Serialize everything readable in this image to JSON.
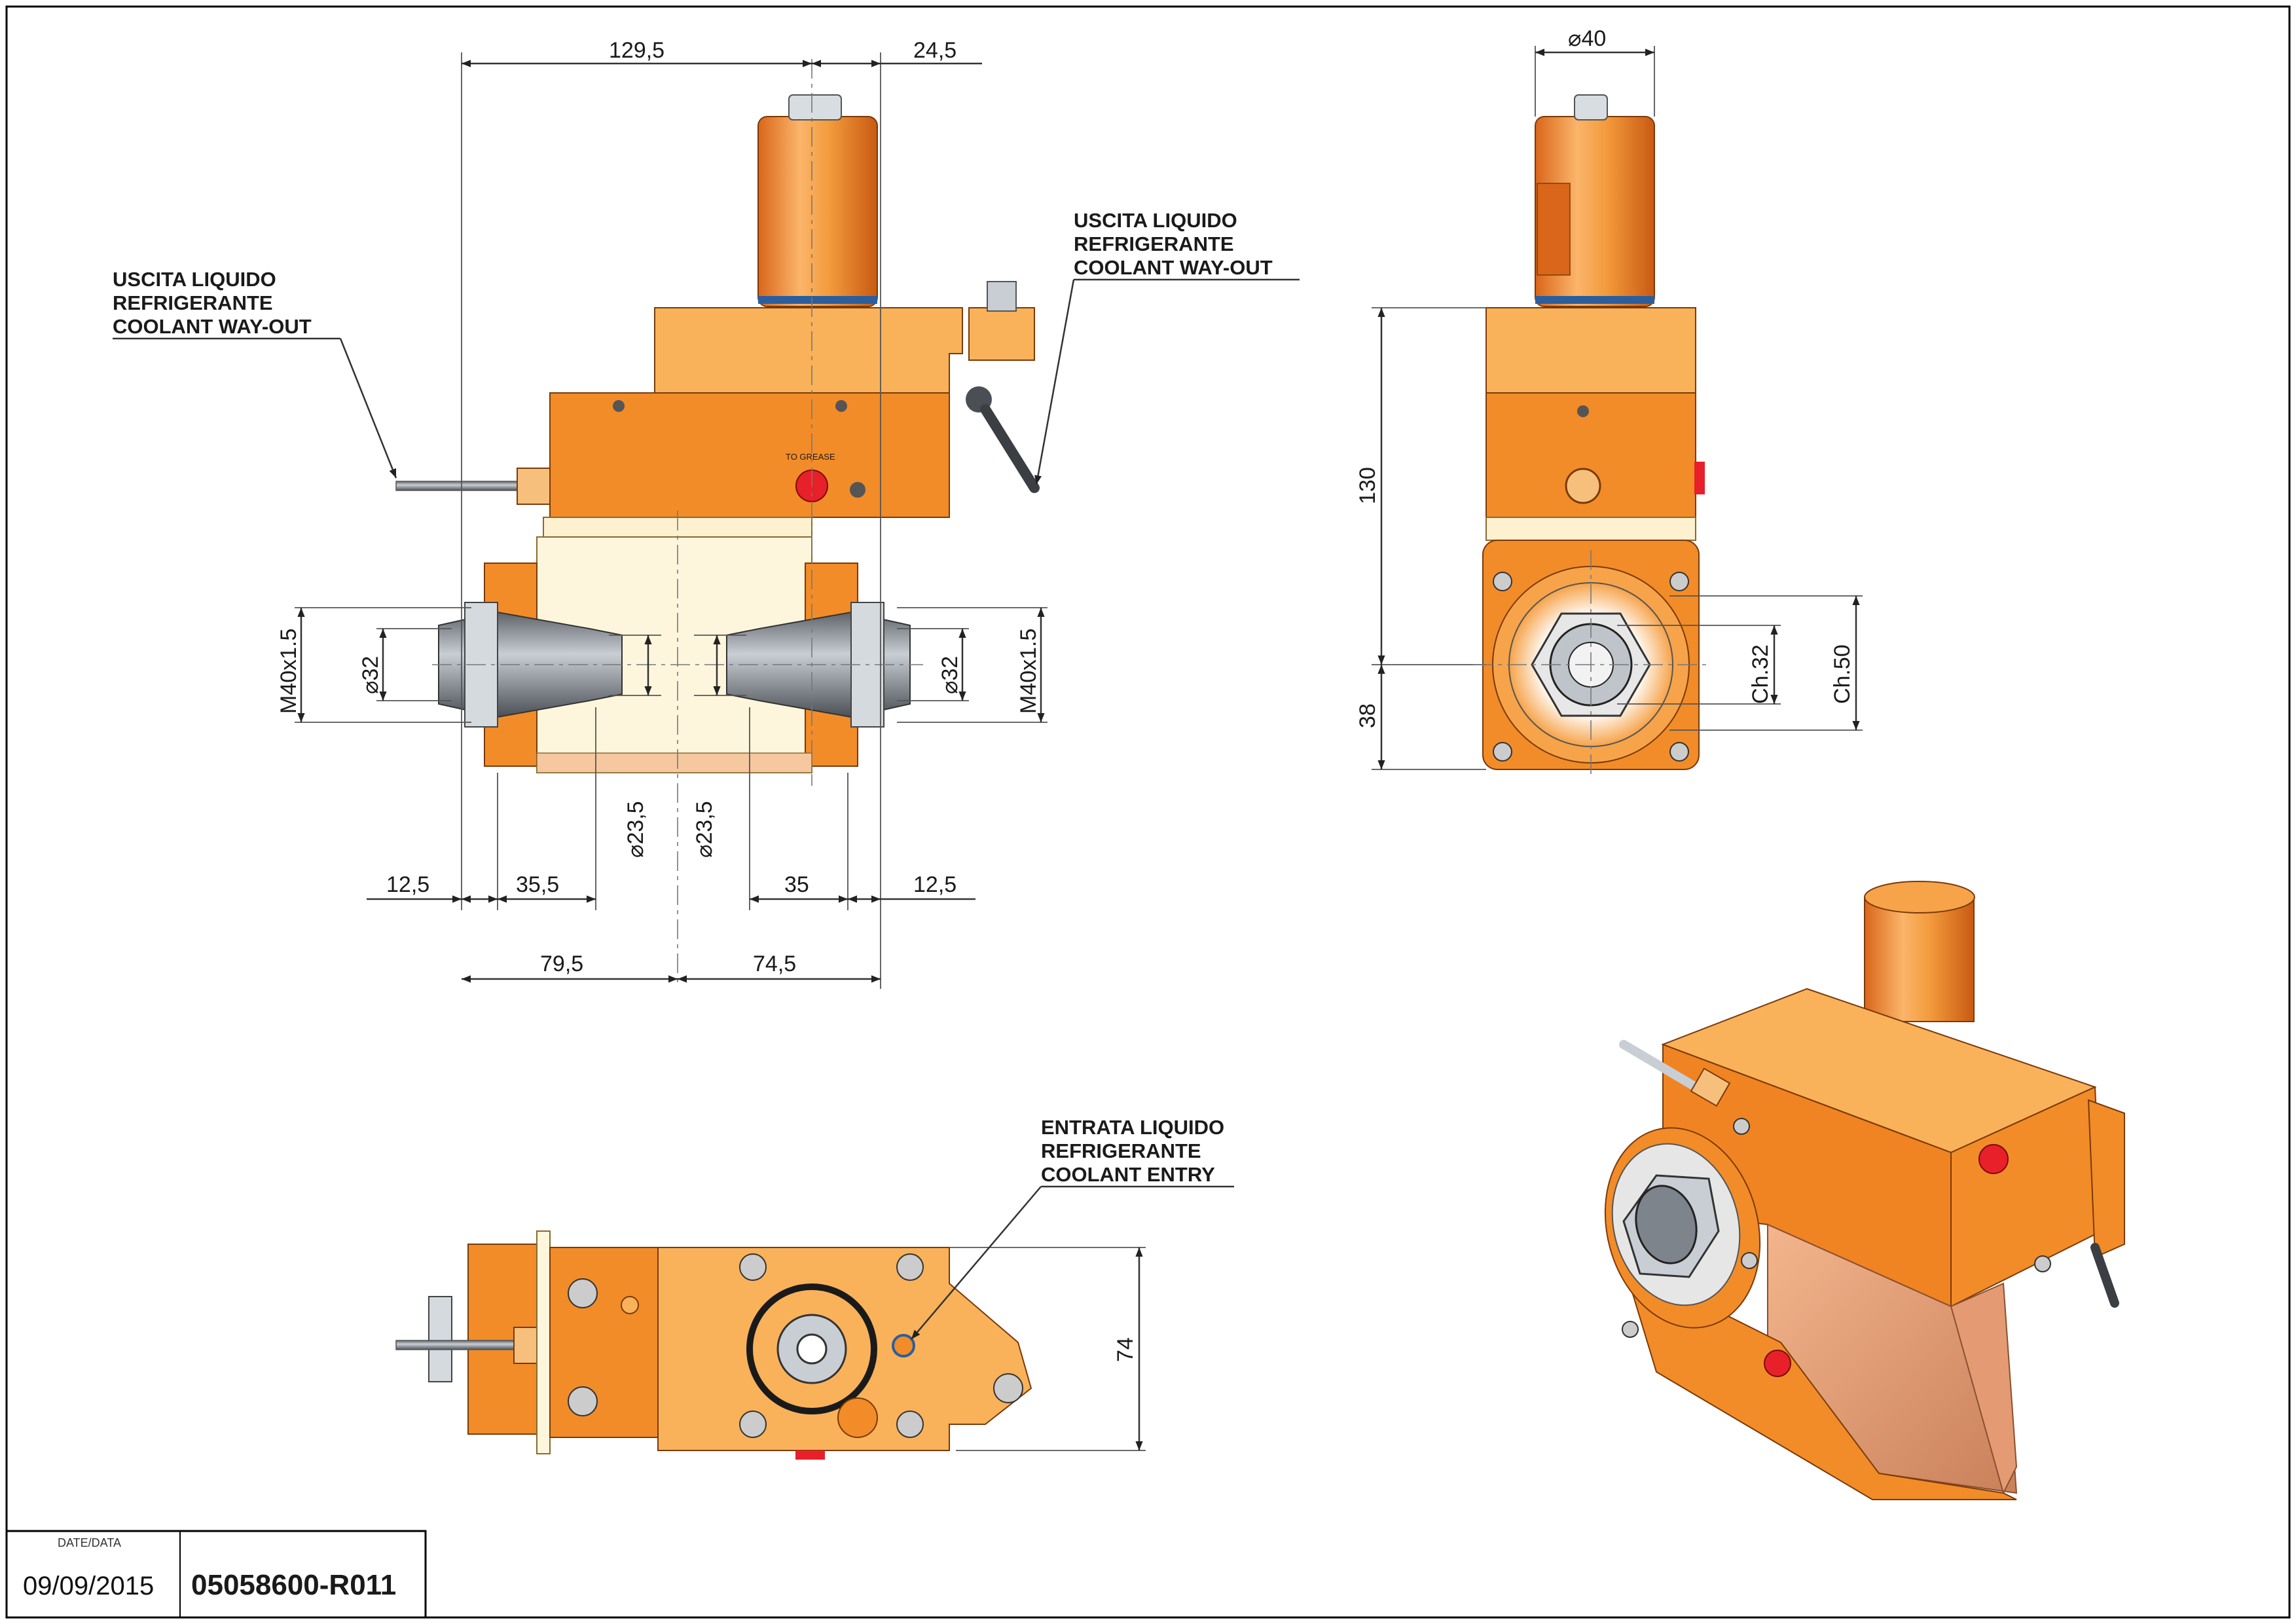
{
  "front_view": {
    "dimensions": {
      "top_width": "129,5",
      "top_offset": "24,5",
      "left_thread": "M40x1.5",
      "left_bore": "⌀32",
      "right_bore": "⌀32",
      "right_thread": "M40x1.5",
      "left_center_bore": "⌀23,5",
      "right_center_bore": "⌀23,5",
      "left_margin": "12,5",
      "left_nut": "35,5",
      "right_nut": "35",
      "right_margin": "12,5",
      "left_half": "79,5",
      "right_half": "74,5"
    },
    "callouts": {
      "left_exit": [
        "USCITA LIQUIDO",
        "REFRIGERANTE",
        "COOLANT WAY-OUT"
      ],
      "right_exit": [
        "USCITA LIQUIDO",
        "REFRIGERANTE",
        "COOLANT WAY-OUT"
      ]
    },
    "grease_label": "TO GREASE"
  },
  "side_view": {
    "dimensions": {
      "top_diameter": "⌀40",
      "height": "130",
      "lower_height": "38",
      "inner_flat": "Ch.32",
      "outer_flat": "Ch.50"
    }
  },
  "bottom_view": {
    "dimensions": {
      "depth": "74"
    },
    "callout": [
      "ENTRATA LIQUIDO",
      "REFRIGERANTE",
      "COOLANT ENTRY"
    ]
  },
  "title_block": {
    "date_label": "DATE/DATA",
    "date_value": "09/09/2015",
    "part_number": "05058600-R011"
  },
  "colors": {
    "body_orange": "#f28c28",
    "light_orange": "#f9b25a",
    "cream": "#fdf6dc",
    "steel": "#9ea4ab",
    "accent_red": "#e8202a",
    "seal_blue": "#2b5e9e",
    "frame": "#000000"
  }
}
